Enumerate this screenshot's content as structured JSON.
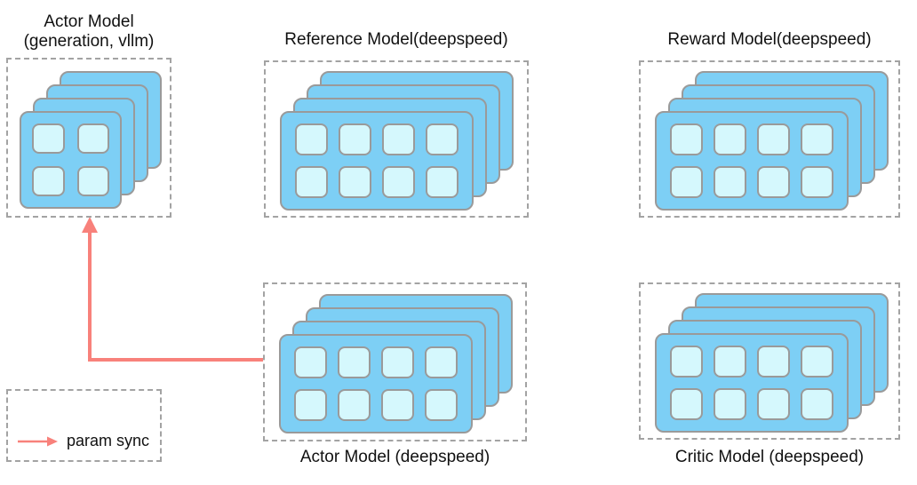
{
  "models": [
    {
      "name": "actor-model-generation-vllm",
      "title_lines": [
        "Actor Model",
        "(generation, vllm)"
      ],
      "label_position": "top",
      "gpu_cols": 2,
      "gpu_rows": 2,
      "stack_depth": 4
    },
    {
      "name": "reference-model-deepspeed",
      "title_lines": [
        "Reference Model(deepspeed)"
      ],
      "label_position": "top",
      "gpu_cols": 4,
      "gpu_rows": 2,
      "stack_depth": 4
    },
    {
      "name": "reward-model-deepspeed",
      "title_lines": [
        "Reward Model(deepspeed)"
      ],
      "label_position": "top",
      "gpu_cols": 4,
      "gpu_rows": 2,
      "stack_depth": 4
    },
    {
      "name": "actor-model-deepspeed",
      "title_lines": [
        "Actor Model (deepspeed)"
      ],
      "label_position": "bottom",
      "gpu_cols": 4,
      "gpu_rows": 2,
      "stack_depth": 4
    },
    {
      "name": "critic-model-deepspeed",
      "title_lines": [
        "Critic Model (deepspeed)"
      ],
      "label_position": "bottom",
      "gpu_cols": 4,
      "gpu_rows": 2,
      "stack_depth": 4
    }
  ],
  "legend": {
    "label": "param sync"
  },
  "colors": {
    "card_fill": "#7DCFF5",
    "gpu_fill": "#D5F8FD",
    "card_border": "#9A9A9A",
    "dashed_border": "#A3A3A3",
    "arrow": "#F8817B",
    "text": "#111111"
  }
}
